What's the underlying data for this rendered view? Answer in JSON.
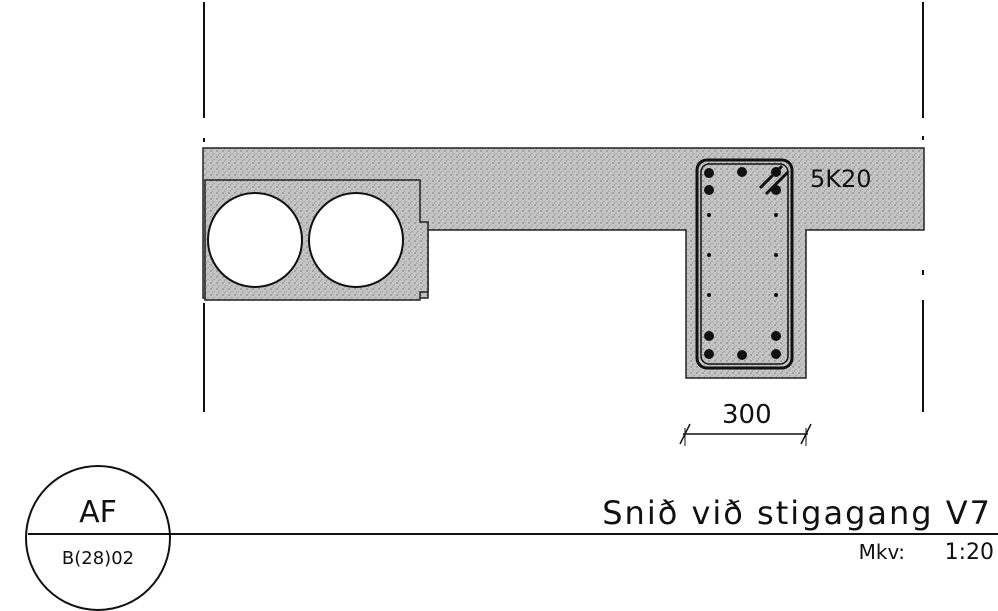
{
  "drawing": {
    "rebar_label": "5K20",
    "dimension_value": "300",
    "title": "Snið við stigagang V7",
    "scale_label": "Mkv:",
    "scale_value": "1:20"
  },
  "reference_bubble": {
    "top": "AF",
    "bottom": "B(28)02"
  },
  "colors": {
    "line": "#111111",
    "concrete_fill": "#b8b8b8",
    "paper": "#ffffff"
  }
}
